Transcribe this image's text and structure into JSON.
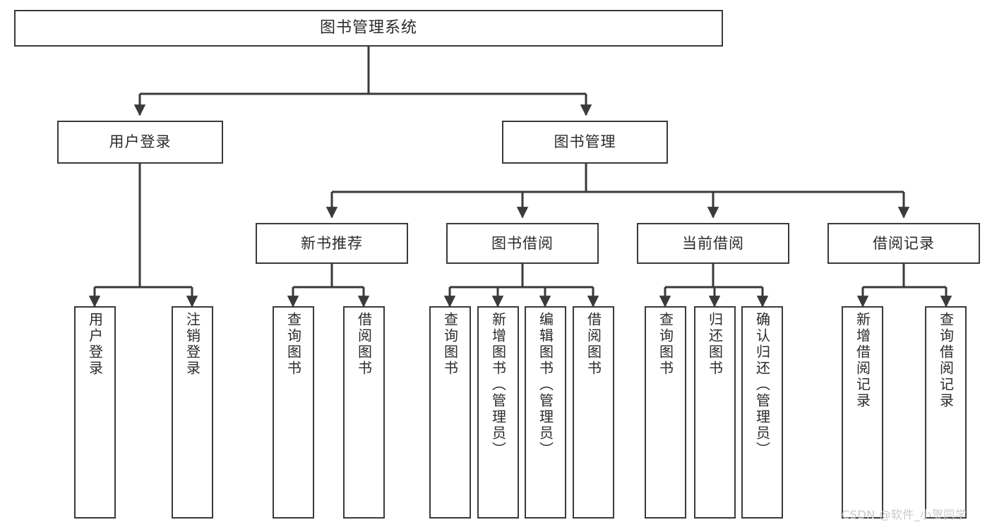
{
  "diagram": {
    "title": "图书管理系统",
    "type": "tree",
    "levels": 4,
    "stroke_color": "#3a3a3a",
    "fill_color": "#ffffff",
    "text_color": "#2b2b2b"
  },
  "root": {
    "label": "图书管理系统"
  },
  "level2": [
    {
      "label": "用户登录"
    },
    {
      "label": "图书管理"
    }
  ],
  "level3": [
    {
      "label": "新书推荐"
    },
    {
      "label": "图书借阅"
    },
    {
      "label": "当前借阅"
    },
    {
      "label": "借阅记录"
    }
  ],
  "leaves": {
    "user_login": [
      {
        "label": "用户登录"
      },
      {
        "label": "注销登录"
      }
    ],
    "new_book": [
      {
        "label": "查询图书"
      },
      {
        "label": "借阅图书"
      }
    ],
    "book_borrow": [
      {
        "label": "查询图书"
      },
      {
        "label": "新增图书（管理员）"
      },
      {
        "label": "编辑图书（管理员）"
      },
      {
        "label": "借阅图书"
      }
    ],
    "current_borrow": [
      {
        "label": "查询图书"
      },
      {
        "label": "归还图书"
      },
      {
        "label": "确认归还（管理员）"
      }
    ],
    "borrow_record": [
      {
        "label": "新增借阅记录"
      },
      {
        "label": "查询借阅记录"
      }
    ]
  },
  "watermark": {
    "text": "CSDN @软件_小贺同学",
    "color": "#c9c9c9"
  }
}
